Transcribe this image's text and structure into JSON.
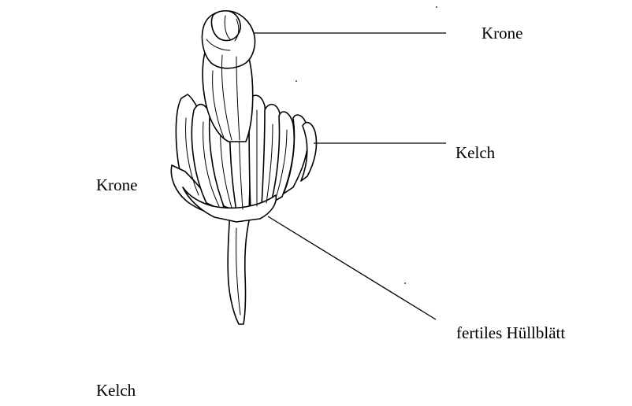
{
  "diagram": {
    "labels": {
      "krone_right": "Krone",
      "kelch_right": "Kelch",
      "krone_left": "Krone",
      "fertile": "fertiles Hüllblätt",
      "kelch_left": "Kelch"
    },
    "colors": {
      "ink": "#000000",
      "background": "#ffffff"
    }
  }
}
